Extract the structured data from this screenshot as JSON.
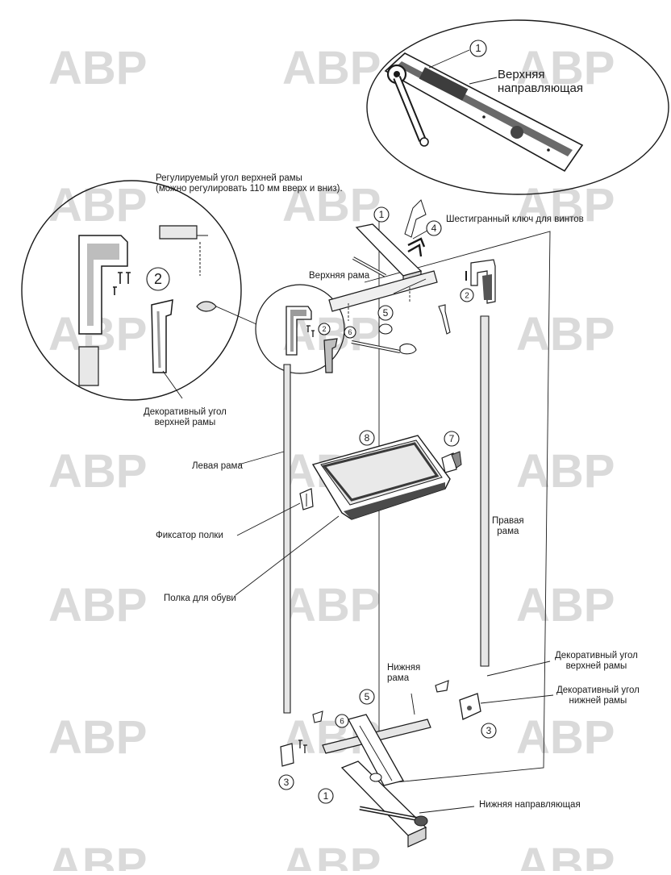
{
  "watermark": {
    "text": "ABP",
    "color": "#d9d9d9"
  },
  "labels": {
    "top_guide": [
      "Верхняя",
      "направляющая"
    ],
    "adjustable_corner": [
      "Регулируемый угол верхней рамы",
      "(можно регулировать 110 мм вверх и вниз)."
    ],
    "hex_key": "Шестигранный ключ для винтов",
    "top_frame": "Верхняя рама",
    "decor_corner_top_left": [
      "Декоративный угол",
      "верхней рамы"
    ],
    "left_frame": "Левая рама",
    "shelf_lock": "Фиксатор полки",
    "shoe_shelf": "Полка для обуви",
    "right_frame": [
      "Правая",
      "рама"
    ],
    "decor_corner_top_right": [
      "Декоративный угол",
      "верхней рамы"
    ],
    "decor_corner_bottom": [
      "Декоративный угол",
      "нижней рамы"
    ],
    "bottom_frame": [
      "Нижняя",
      "рама"
    ],
    "bottom_guide": "Нижняя направляющая"
  },
  "callouts": [
    {
      "id": "c1-zoom",
      "num": "1"
    },
    {
      "id": "c2-zoom",
      "num": "2"
    },
    {
      "id": "c1-top",
      "num": "1"
    },
    {
      "id": "c4-key",
      "num": "4"
    },
    {
      "id": "c2-right",
      "num": "2"
    },
    {
      "id": "c5-top",
      "num": "5"
    },
    {
      "id": "c2-mid",
      "num": "2"
    },
    {
      "id": "c6-top",
      "num": "6"
    },
    {
      "id": "c8-shelf",
      "num": "8"
    },
    {
      "id": "c7-lock",
      "num": "7"
    },
    {
      "id": "c5-bottom",
      "num": "5"
    },
    {
      "id": "c6-bottom",
      "num": "6"
    },
    {
      "id": "c3-right",
      "num": "3"
    },
    {
      "id": "c3-left",
      "num": "3"
    },
    {
      "id": "c1-bottom",
      "num": "1"
    }
  ]
}
